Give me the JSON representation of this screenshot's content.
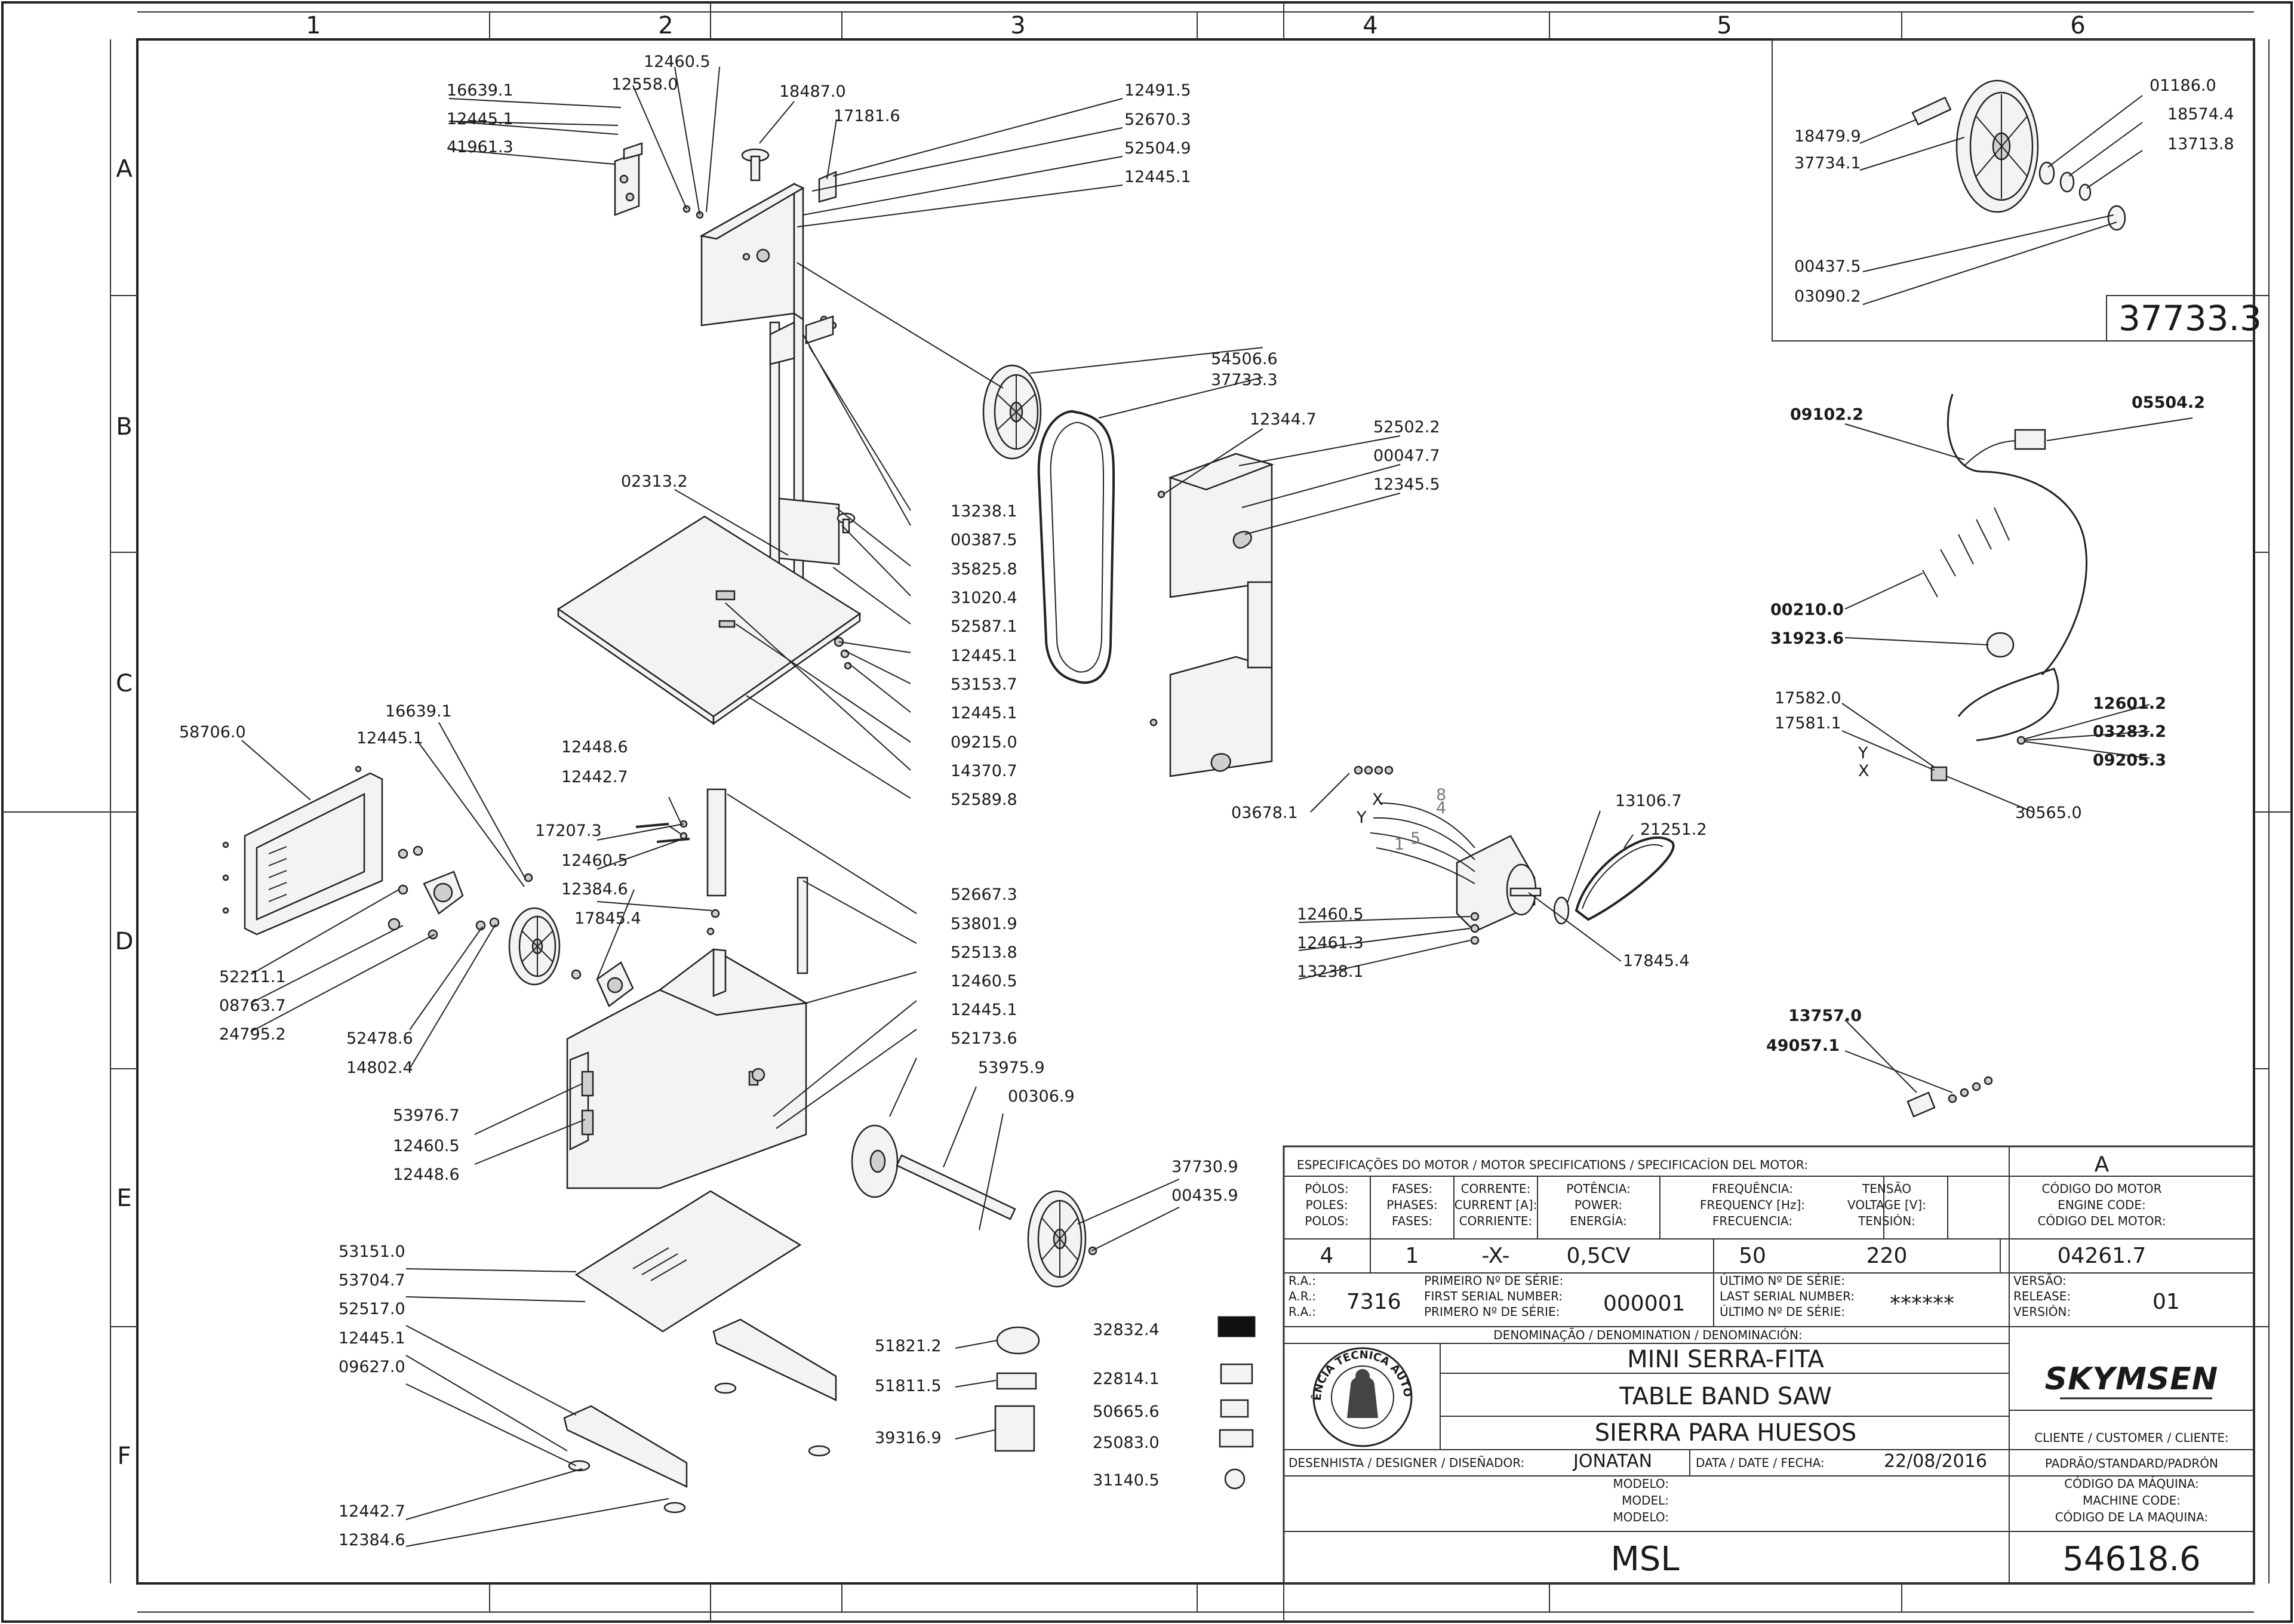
{
  "zones": {
    "columns": [
      "1",
      "2",
      "3",
      "4",
      "5",
      "6"
    ],
    "rows": [
      "A",
      "B",
      "C",
      "D",
      "E",
      "F"
    ]
  },
  "main_labels": {
    "p16639_1_top": "16639.1",
    "p12445_1_top": "12445.1",
    "p41961_3": "41961.3",
    "p12460_5_top": "12460.5",
    "p12558_0": "12558.0",
    "p18487_0": "18487.0",
    "p17181_6": "17181.6",
    "p12491_5": "12491.5",
    "p52670_3": "52670.3",
    "p52504_9": "52504.9",
    "p12445_1_a": "12445.1",
    "p37733_3": "37733.3",
    "p54506_6": "54506.6",
    "p12344_7": "12344.7",
    "p52502_2": "52502.2",
    "p00047_7": "00047.7",
    "p12345_5": "12345.5",
    "p02313_2": "02313.2",
    "p13238_1": "13238.1",
    "p00387_5": "00387.5",
    "p35825_8": "35825.8",
    "p31020_4": "31020.4",
    "p52587_1": "52587.1",
    "p12445_1_c1": "12445.1",
    "p53153_7": "53153.7",
    "p12445_1_c2": "12445.1",
    "p09215_0": "09215.0",
    "p14370_7": "14370.7",
    "p52589_8": "52589.8",
    "p03678_1": "03678.1",
    "p58706_0": "58706.0",
    "p16639_1_d": "16639.1",
    "p12445_1_d": "12445.1",
    "p12448_6_d": "12448.6",
    "p12442_7_d": "12442.7",
    "p17207_3": "17207.3",
    "p12460_5_d": "12460.5",
    "p12384_6_d": "12384.6",
    "p17845_4_d": "17845.4",
    "p52211_1": "52211.1",
    "p08763_7": "08763.7",
    "p24795_2": "24795.2",
    "p52478_6": "52478.6",
    "p14802_4": "14802.4",
    "p52667_3": "52667.3",
    "p53801_9": "53801.9",
    "p52513_8": "52513.8",
    "p12460_5_e": "12460.5",
    "p12445_1_e": "12445.1",
    "p52173_6": "52173.6",
    "p53975_9": "53975.9",
    "p00306_9": "00306.9",
    "p53976_7": "53976.7",
    "p12460_5_e2": "12460.5",
    "p12448_6_e": "12448.6",
    "p37730_9": "37730.9",
    "p00435_9": "00435.9",
    "p53151_0": "53151.0",
    "p53704_7": "53704.7",
    "p52517_0": "52517.0",
    "p12445_1_f": "12445.1",
    "p09627_0": "09627.0",
    "p12442_7_f": "12442.7",
    "p12384_6_f": "12384.6",
    "p51821_2": "51821.2",
    "p51811_5": "51811.5",
    "p39316_9": "39316.9",
    "p32832_4": "32832.4",
    "p22814_1": "22814.1",
    "p50665_6": "50665.6",
    "p25083_0": "25083.0",
    "p31140_5": "31140.5",
    "p13106_7": "13106.7",
    "p21251_2": "21251.2",
    "p12460_5_m": "12460.5",
    "p12461_3": "12461.3",
    "p13238_1_m": "13238.1",
    "p17845_4_m": "17845.4",
    "motor_x": "X",
    "motor_y": "Y",
    "motor_8": "8",
    "motor_4": "4",
    "motor_1": "1",
    "motor_5": "5"
  },
  "detail_wheel": {
    "p18479_9": "18479.9",
    "p37734_1": "37734.1",
    "p01186_0": "01186.0",
    "p18574_4": "18574.4",
    "p13713_8": "13713.8",
    "p00437_5": "00437.5",
    "p03090_2": "03090.2",
    "assembly": "37733.3"
  },
  "electrical": {
    "p09102_2": "09102.2",
    "p05504_2": "05504.2",
    "p00210_0": "00210.0",
    "p31923_6": "31923.6",
    "p17582_0": "17582.0",
    "p17581_1": "17581.1",
    "p12601_2": "12601.2",
    "p03283_2": "03283.2",
    "p09205_3": "09205.3",
    "p30565_0": "30565.0",
    "wire_y": "Y",
    "wire_x": "X",
    "p13757_0": "13757.0",
    "p49057_1": "49057.1"
  },
  "title_block": {
    "motor_specs_header": "ESPECIFICAÇÕES DO MOTOR / MOTOR SPECIFICATIONS / SPECIFICACÍON DEL MOTOR:",
    "revision_letter": "A",
    "spec_cols": [
      {
        "l1": "PÓLOS:",
        "l2": "POLES:",
        "l3": "POLOS:",
        "value": "4"
      },
      {
        "l1": "FASES:",
        "l2": "PHASES:",
        "l3": "FASES:",
        "value": "1"
      },
      {
        "l1": "CORRENTE:",
        "l2": "CURRENT [A]:",
        "l3": "CORRIENTE:",
        "value": "-X-"
      },
      {
        "l1": "POTÊNCIA:",
        "l2": "POWER:",
        "l3": "ENERGÍA:",
        "value": "0,5CV"
      },
      {
        "l1": "FREQUÊNCIA:",
        "l2": "FREQUENCY [Hz]:",
        "l3": "FRECUENCIA:",
        "value": "50"
      },
      {
        "l1": "TENSÃO",
        "l2": "VOLTAGE [V]:",
        "l3": "TENSIÓN:",
        "value": "220"
      }
    ],
    "engine_code": {
      "l1": "CÓDIGO DO MOTOR",
      "l2": "ENGINE CODE:",
      "l3": "CÓDIGO DEL MOTOR:",
      "value": "04261.7"
    },
    "ra": {
      "l1": "R.A.:",
      "l2": "A.R.:",
      "l3": "R.A.:",
      "value": "7316"
    },
    "first_serial": {
      "l1": "PRIMEIRO Nº DE SÉRIE:",
      "l2": "FIRST SERIAL NUMBER:",
      "l3": "PRIMERO Nº DE SÉRIE:",
      "value": "000001"
    },
    "last_serial": {
      "l1": "ÚLTIMO Nº DE SÉRIE:",
      "l2": "LAST SERIAL NUMBER:",
      "l3": "ÚLTIMO Nº DE SÉRIE:",
      "value": "******"
    },
    "version": {
      "l1": "VERSÃO:",
      "l2": "RELEASE:",
      "l3": "VERSIÓN:",
      "value": "01"
    },
    "denomination_header": "DENOMINAÇÃO / DENOMINATION / DENOMINACIÓN:",
    "names": [
      "MINI SERRA-FITA",
      "TABLE BAND SAW",
      "SIERRA PARA HUESOS"
    ],
    "seal_text": "ASSISTÊNCIA TÉCNICA AUTORIZADA",
    "brand": "SKYMSEN",
    "customer_label": "CLIENTE / CUSTOMER / CLIENTE:",
    "customer_value": "PADRÃO/STANDARD/PADRÓN",
    "designer_label": "DESENHISTA / DESIGNER / DISEÑADOR:",
    "designer_value": "JONATAN",
    "date_label": "DATA / DATE / FECHA:",
    "date_value": "22/08/2016",
    "model_labels": [
      "MODELO:",
      "MODEL:",
      "MODELO:"
    ],
    "model_value": "MSL",
    "machine_code_labels": [
      "CÓDIGO DA MÁQUINA:",
      "MACHINE CODE:",
      "CÓDIGO DE LA MAQUINA:"
    ],
    "machine_code_value": "54618.6"
  }
}
